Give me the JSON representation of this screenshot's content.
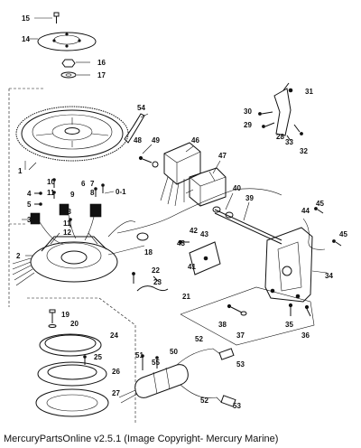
{
  "footer": "MercuryPartsOnline v2.5.1 (Image Copyright- Mercury Marine)",
  "callouts": [
    "1",
    "2",
    "3",
    "4",
    "5",
    "6",
    "7",
    "8",
    "9",
    "10",
    "11",
    "12",
    "13",
    "14",
    "15",
    "16",
    "17",
    "18",
    "19",
    "20",
    "21",
    "22",
    "23",
    "24",
    "25",
    "26",
    "27",
    "28",
    "29",
    "30",
    "31",
    "32",
    "33",
    "34",
    "35",
    "36",
    "37",
    "38",
    "39",
    "40",
    "41",
    "42",
    "43",
    "44",
    "45",
    "46",
    "47",
    "48",
    "49",
    "50",
    "51",
    "52",
    "53",
    "54",
    "55",
    "0-1"
  ]
}
